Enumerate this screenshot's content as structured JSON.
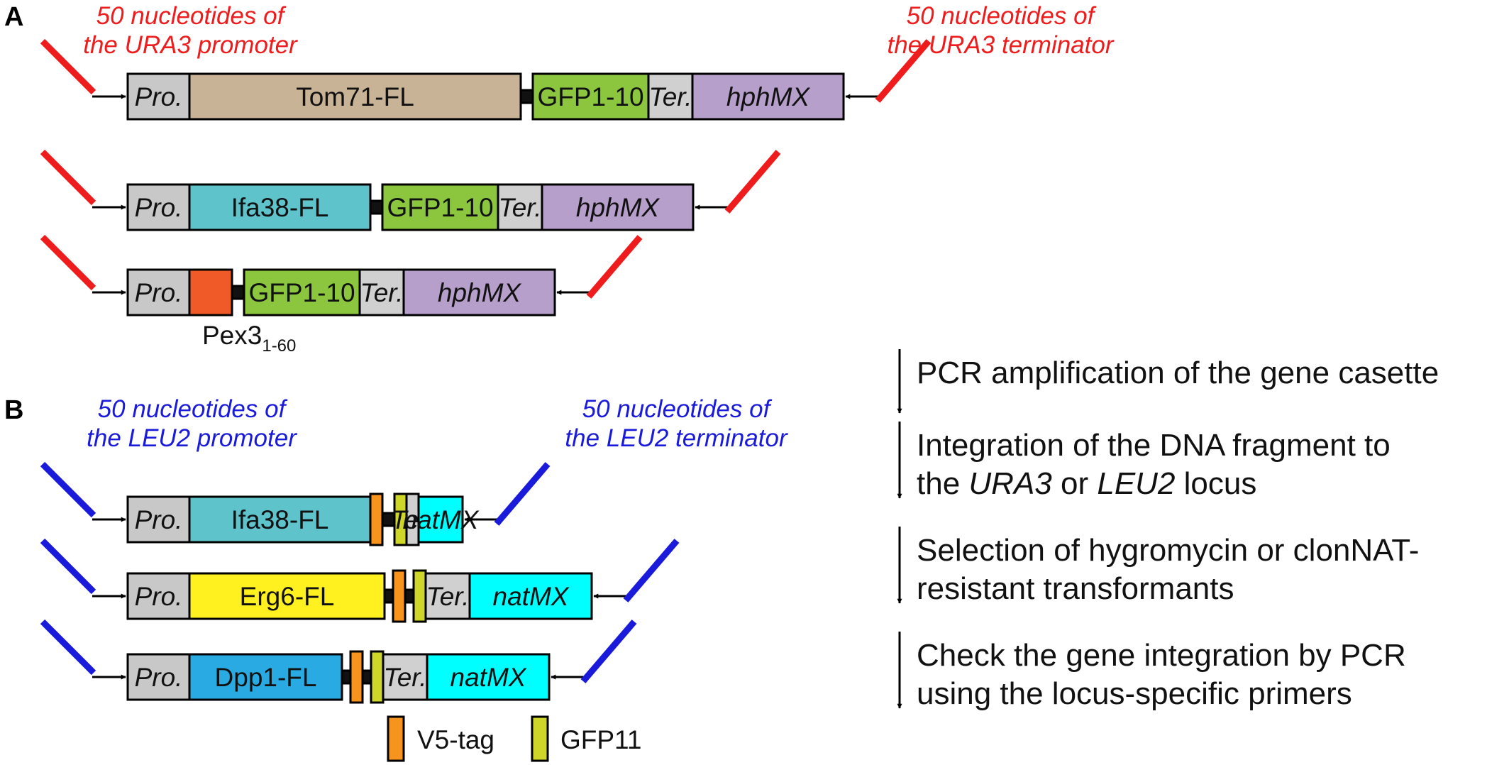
{
  "panels": {
    "a": {
      "letter": "A",
      "left_note": [
        "50 nucleotides of",
        "the URA3 promoter"
      ],
      "right_note": [
        "50 nucleotides of",
        "the URA3 terminator"
      ],
      "flank_color": "#ee1c1c",
      "constructs": [
        {
          "segments": [
            {
              "label": "Pro.",
              "color": "#c8c8c8",
              "italic": true
            },
            {
              "label": "Tom71-FL",
              "color": "#c8b396",
              "italic": false
            },
            {
              "label": "",
              "color": "#111111",
              "italic": false
            },
            {
              "label": "GFP1-10",
              "color": "#8cc63f",
              "italic": false
            },
            {
              "label": "Ter.",
              "color": "#d0d0d0",
              "italic": true
            },
            {
              "label": "hphMX",
              "color": "#b79fcb",
              "italic": true
            }
          ]
        },
        {
          "segments": [
            {
              "label": "Pro.",
              "color": "#c8c8c8",
              "italic": true
            },
            {
              "label": "Ifa38-FL",
              "color": "#5fc3cc",
              "italic": false
            },
            {
              "label": "",
              "color": "#111111",
              "italic": false
            },
            {
              "label": "GFP1-10",
              "color": "#8cc63f",
              "italic": false
            },
            {
              "label": "Ter.",
              "color": "#d0d0d0",
              "italic": true
            },
            {
              "label": "hphMX",
              "color": "#b79fcb",
              "italic": true
            }
          ]
        },
        {
          "segments": [
            {
              "label": "Pro.",
              "color": "#c8c8c8",
              "italic": true
            },
            {
              "label": "",
              "color": "#f05a28",
              "italic": false
            },
            {
              "label": "",
              "color": "#111111",
              "italic": false
            },
            {
              "label": "GFP1-10",
              "color": "#8cc63f",
              "italic": false
            },
            {
              "label": "Ter.",
              "color": "#d0d0d0",
              "italic": true
            },
            {
              "label": "hphMX",
              "color": "#b79fcb",
              "italic": true
            }
          ]
        }
      ],
      "pex3_label": "Pex3",
      "pex3_sub": "1-60"
    },
    "b": {
      "letter": "B",
      "left_note": [
        "50 nucleotides of",
        "the LEU2 promoter"
      ],
      "right_note": [
        "50 nucleotides of",
        "the LEU2 terminator"
      ],
      "flank_color": "#1a1adb",
      "constructs": [
        {
          "segments": [
            {
              "label": "Pro.",
              "color": "#c8c8c8",
              "italic": true
            },
            {
              "label": "Ifa38-FL",
              "color": "#5fc3cc",
              "italic": false
            },
            {
              "label": "",
              "color": "#f7941d",
              "italic": false
            },
            {
              "label": "",
              "color": "#111111",
              "italic": false
            },
            {
              "label": "",
              "color": "#cfd62a",
              "italic": false
            },
            {
              "label": "Ter.",
              "color": "#d0d0d0",
              "italic": true
            },
            {
              "label": "natMX",
              "color": "#00ffff",
              "italic": true
            }
          ]
        },
        {
          "segments": [
            {
              "label": "Pro.",
              "color": "#c8c8c8",
              "italic": true
            },
            {
              "label": "Erg6-FL",
              "color": "#fff01f",
              "italic": false
            },
            {
              "label": "",
              "color": "#111111",
              "italic": false
            },
            {
              "label": "",
              "color": "#f7941d",
              "italic": false
            },
            {
              "label": "",
              "color": "#111111",
              "italic": false
            },
            {
              "label": "",
              "color": "#cfd62a",
              "italic": false
            },
            {
              "label": "Ter.",
              "color": "#d0d0d0",
              "italic": true
            },
            {
              "label": "natMX",
              "color": "#00ffff",
              "italic": true
            }
          ]
        },
        {
          "segments": [
            {
              "label": "Pro.",
              "color": "#c8c8c8",
              "italic": true
            },
            {
              "label": "Dpp1-FL",
              "color": "#29aae2",
              "italic": false
            },
            {
              "label": "",
              "color": "#111111",
              "italic": false
            },
            {
              "label": "",
              "color": "#f7941d",
              "italic": false
            },
            {
              "label": "",
              "color": "#111111",
              "italic": false
            },
            {
              "label": "",
              "color": "#cfd62a",
              "italic": false
            },
            {
              "label": "Ter.",
              "color": "#d0d0d0",
              "italic": true
            },
            {
              "label": "natMX",
              "color": "#00ffff",
              "italic": true
            }
          ]
        }
      ],
      "legend": [
        {
          "label": "V5-tag",
          "color": "#f7941d"
        },
        {
          "label": "GFP11",
          "color": "#cfd62a"
        }
      ]
    }
  },
  "steps": [
    {
      "lines": [
        [
          {
            "t": "PCR amplification of the gene casette",
            "i": false
          }
        ]
      ]
    },
    {
      "lines": [
        [
          {
            "t": "Integration of the DNA fragment to",
            "i": false
          }
        ],
        [
          {
            "t": "the ",
            "i": false
          },
          {
            "t": "URA3",
            "i": true
          },
          {
            "t": " or ",
            "i": false
          },
          {
            "t": "LEU2",
            "i": true
          },
          {
            "t": " locus",
            "i": false
          }
        ]
      ]
    },
    {
      "lines": [
        [
          {
            "t": "Selection of hygromycin or clonNAT-",
            "i": false
          }
        ],
        [
          {
            "t": "resistant transformants",
            "i": false
          }
        ]
      ]
    },
    {
      "lines": [
        [
          {
            "t": "Check the gene integration by PCR",
            "i": false
          }
        ],
        [
          {
            "t": "using the locus-specific primers",
            "i": false
          }
        ]
      ]
    }
  ]
}
